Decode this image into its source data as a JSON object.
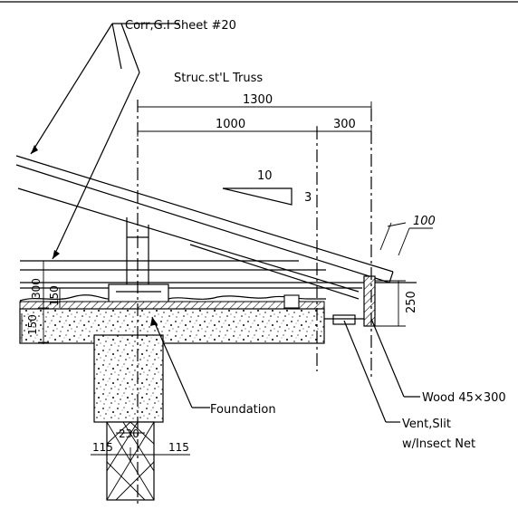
{
  "labels": {
    "roof_sheet": "Corr,G.I Sheet #20",
    "truss": "Struc.st'L Truss",
    "foundation": "Foundation",
    "wood": "Wood 45×300",
    "vent_line1": "Vent,Slit",
    "vent_line2": "w/Insect Net"
  },
  "dimensions": {
    "total_width": "1300",
    "inner_width": "1000",
    "eave_width": "300",
    "rafter_height": "300",
    "slab_rise": "150",
    "slab_thickness": "150",
    "fascia_height": "250",
    "footing_width": "230",
    "footing_left": "115",
    "footing_right": "115",
    "trim_dim": "100"
  },
  "slope": {
    "run": "10",
    "rise": "3"
  },
  "colors": {
    "line": "#000000",
    "background": "#ffffff"
  }
}
